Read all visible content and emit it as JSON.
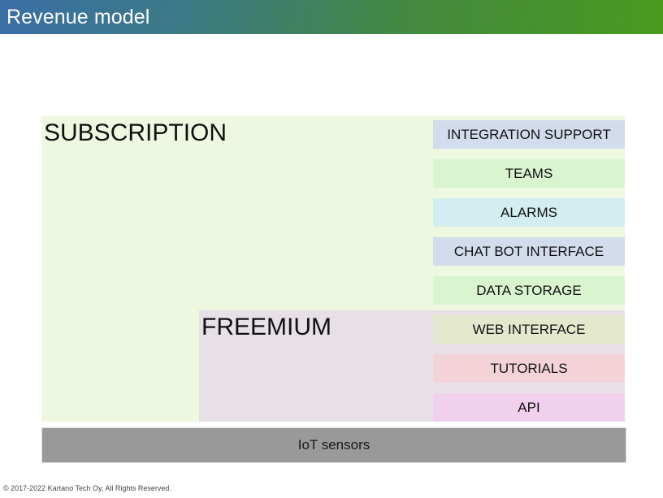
{
  "header": {
    "title": "Revenue model",
    "gradient_from": "#3a6ea5",
    "gradient_to": "#4a9a1e",
    "title_color": "#ffffff"
  },
  "diagram": {
    "tiers": [
      {
        "label": "SUBSCRIPTION",
        "background": "#eef8e0"
      },
      {
        "label": "FREEMIUM",
        "background": "#e7e0e7"
      }
    ],
    "features": [
      {
        "label": "INTEGRATION SUPPORT",
        "color": "#d3dcec",
        "tier": "SUBSCRIPTION"
      },
      {
        "label": "TEAMS",
        "color": "#d9f5d0",
        "tier": "SUBSCRIPTION"
      },
      {
        "label": "ALARMS",
        "color": "#d2eef0",
        "tier": "SUBSCRIPTION"
      },
      {
        "label": "CHAT BOT INTERFACE",
        "color": "#d3dcec",
        "tier": "SUBSCRIPTION"
      },
      {
        "label": "DATA STORAGE",
        "color": "#d9f5d0",
        "tier": "SUBSCRIPTION"
      },
      {
        "label": "WEB INTERFACE",
        "color": "#e4e8cc",
        "tier": "FREEMIUM"
      },
      {
        "label": "TUTORIALS",
        "color": "#f4d3d8",
        "tier": "FREEMIUM"
      },
      {
        "label": "API",
        "color": "#f0d0ec",
        "tier": "FREEMIUM"
      }
    ],
    "platform": {
      "label": "IoT sensors",
      "color": "#999999"
    }
  },
  "footer": {
    "copyright": "© 2017-2022 Kartano Tech Oy, All Rights Reserved."
  }
}
